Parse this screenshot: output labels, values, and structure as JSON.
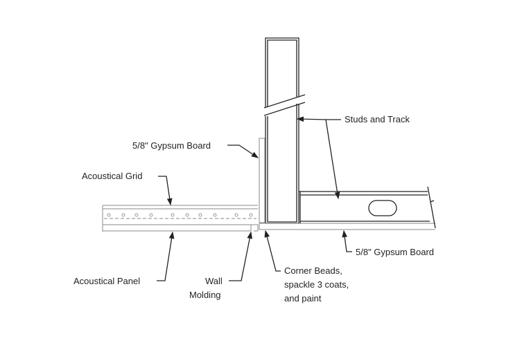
{
  "labels": {
    "studs_and_track": "Studs and Track",
    "gypsum_board_wall": "5/8\" Gypsum Board",
    "acoustical_grid": "Acoustical Grid",
    "gypsum_board_ceiling": "5/8\" Gypsum Board",
    "acoustical_panel": "Acoustical Panel",
    "wall_molding": [
      "Wall",
      "Molding"
    ],
    "corner_beads": [
      "Corner Beads,",
      "spackle 3 coats,",
      "and paint"
    ]
  }
}
